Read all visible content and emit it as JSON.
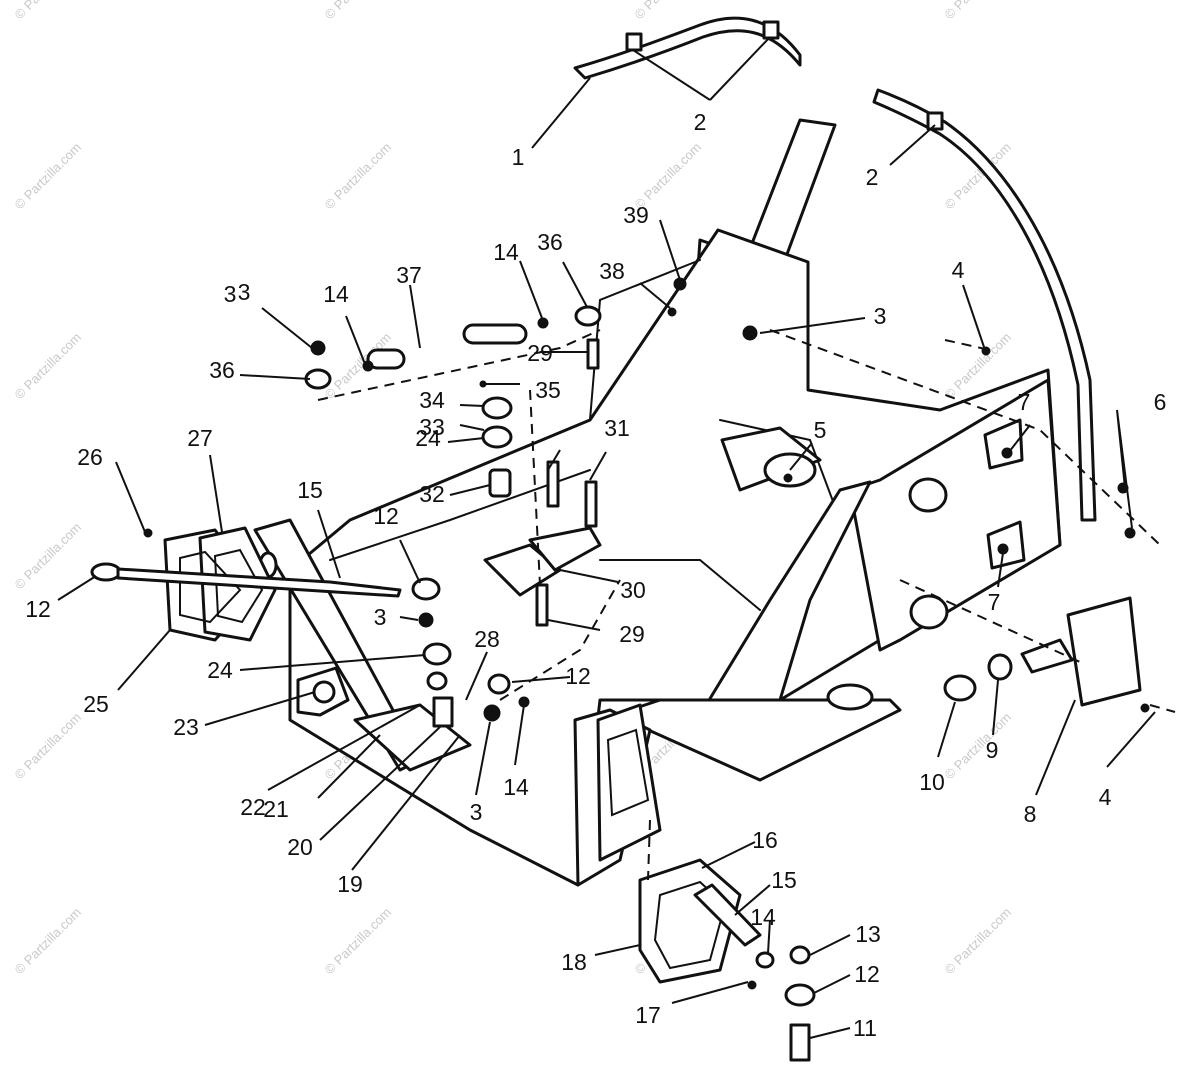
{
  "watermark": "© Partzilla.com",
  "callouts": [
    "1",
    "2",
    "2",
    "3",
    "3",
    "3",
    "3",
    "3",
    "4",
    "4",
    "5",
    "6",
    "7",
    "7",
    "8",
    "9",
    "10",
    "11",
    "12",
    "12",
    "12",
    "12",
    "13",
    "14",
    "14",
    "14",
    "14",
    "15",
    "15",
    "16",
    "17",
    "18",
    "19",
    "20",
    "21",
    "22",
    "23",
    "24",
    "24",
    "25",
    "26",
    "27",
    "28",
    "29",
    "29",
    "30",
    "31",
    "32",
    "33",
    "34",
    "35",
    "36",
    "36",
    "37",
    "38",
    "39"
  ]
}
